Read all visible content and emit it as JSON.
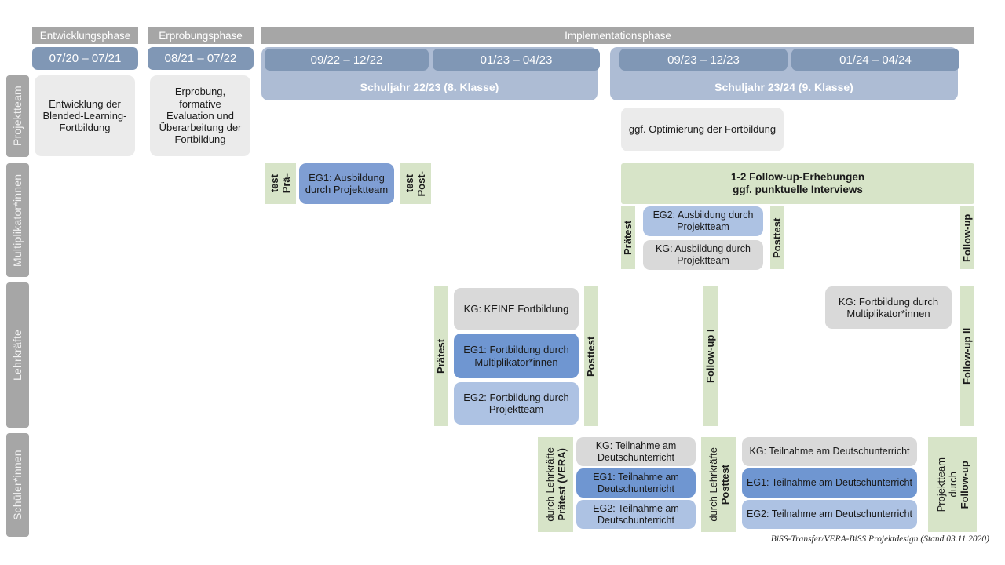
{
  "header": {
    "phases": [
      {
        "label": "Entwicklungsphase"
      },
      {
        "label": "Erprobungsphase"
      },
      {
        "label": "Implementationsphase"
      }
    ],
    "dates": [
      {
        "label": "07/20 – 07/21"
      },
      {
        "label": "08/21 – 07/22"
      },
      {
        "label": "09/22 – 12/22"
      },
      {
        "label": "01/23 – 04/23"
      },
      {
        "label": "09/23 – 12/23"
      },
      {
        "label": "01/24 – 04/24"
      }
    ],
    "bands": [
      {
        "label": "Schuljahr 22/23 (8. Klasse)"
      },
      {
        "label": "Schuljahr 23/24 (9. Klasse)"
      }
    ]
  },
  "sidebar": {
    "items": [
      {
        "label": "Projektteam"
      },
      {
        "label": "Multiplikator*innen"
      },
      {
        "label": "Lehrkräfte"
      },
      {
        "label": "Schüler*innen"
      }
    ]
  },
  "projektteam": {
    "entwicklung": "Entwicklung der Blended-Learning-Fortbildung",
    "erprobung": "Erprobung, formative Evaluation und Überarbeitung der Fortbildung",
    "optimierung": "ggf. Optimierung der Fortbildung"
  },
  "multiplikatoren": {
    "praetest_1_line1": "Prä-",
    "praetest_1_line2": "test",
    "eg1": "EG1: Ausbildung durch Projektteam",
    "posttest_1_line1": "Post-",
    "posttest_1_line2": "test",
    "followup_banner_line1": "1-2 Follow-up-Erhebungen",
    "followup_banner_line2": "ggf. punktuelle Interviews",
    "praetest_2": "Prätest",
    "eg2": "EG2: Ausbildung durch Projektteam",
    "kg": "KG: Ausbildung durch Projektteam",
    "posttest_2": "Posttest",
    "followup": "Follow-up"
  },
  "lehrkraefte": {
    "praetest": "Prätest",
    "kg_keine": "KG: KEINE Fortbildung",
    "eg1": "EG1: Fortbildung durch Multiplikator*innen",
    "eg2": "EG2: Fortbildung durch Projektteam",
    "posttest": "Posttest",
    "followup_1": "Follow-up I",
    "kg_fortbildung": "KG: Fortbildung durch Multiplikator*innen",
    "followup_2": "Follow-up II"
  },
  "schueler": {
    "praetest_bold": "Prätest (VERA)",
    "praetest_sub": "durch Lehrkräfte",
    "kg_1": "KG: Teilnahme am Deutschunterricht",
    "eg1_1": "EG1: Teilnahme am Deutschunterricht",
    "eg2_1": "EG2: Teilnahme am Deutschunterricht",
    "posttest_bold": "Posttest",
    "posttest_sub": "durch Lehrkräfte",
    "kg_2": "KG: Teilnahme am Deutschunterricht",
    "eg1_2": "EG1: Teilnahme am Deutschunterricht",
    "eg2_2": "EG2: Teilnahme am Deutschunterricht",
    "followup_bold": "Follow-up",
    "followup_sub1": "durch",
    "followup_sub2": "Projektteam"
  },
  "footer": {
    "caption": "BiSS-Transfer/VERA-BiSS Projektdesign (Stand 03.11.2020)"
  },
  "colors": {
    "header_grey": "#a6a6a6",
    "date_blue": "#8097b5",
    "band_blue": "#adbcd4",
    "green": "#d7e4c8",
    "eg1_blue": "#7f9ed3",
    "eg1_blue_dark": "#6f96d1",
    "eg2_blue": "#adc2e3",
    "kg_grey": "#d9d9d9",
    "box_grey": "#ebebeb"
  }
}
